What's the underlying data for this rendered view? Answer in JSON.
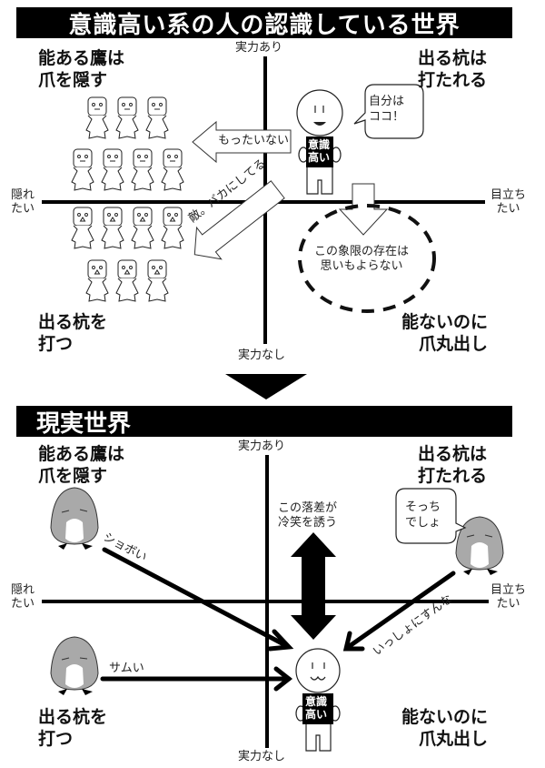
{
  "top": {
    "title": "意識高い系の人の認識している世界",
    "axes": {
      "up": "実力あり",
      "down": "実力なし",
      "left": [
        "隠れ",
        "たい"
      ],
      "right": [
        "目立ち",
        "たい"
      ]
    },
    "quadrants": {
      "top_left": [
        "能ある鷹は",
        "爪を隠す"
      ],
      "top_right": [
        "出る杭は",
        "打たれる"
      ],
      "bottom_left": [
        "出る杭を",
        "打つ"
      ],
      "bottom_right": [
        "能ないのに",
        "爪丸出し"
      ]
    },
    "speech_bubble": [
      "自分は",
      "ココ！"
    ],
    "sign": [
      "意識",
      "高い"
    ],
    "arrow_left_label": "もったいない",
    "arrow_diag_label": "敵。バカにしてる",
    "ellipse_note": [
      "この象限の存在は",
      "思いもよらない"
    ]
  },
  "bottom": {
    "title": "現実世界",
    "axes": {
      "up": "実力あり",
      "down": "実力なし",
      "left": [
        "隠れ",
        "たい"
      ],
      "right": [
        "目立ち",
        "たい"
      ]
    },
    "quadrants": {
      "top_left": [
        "能ある鷹は",
        "爪を隠す"
      ],
      "top_right": [
        "出る杭は",
        "打たれる"
      ],
      "bottom_left": [
        "出る杭を",
        "打つ"
      ],
      "bottom_right": [
        "能ないのに",
        "爪丸出し"
      ]
    },
    "speech_bubble": [
      "そっち",
      "でしょ"
    ],
    "sign": [
      "意識",
      "高い"
    ],
    "gap_note": [
      "この落差が",
      "冷笑を誘う"
    ],
    "arrow_labels": {
      "from_top_left": "ショボい",
      "from_bottom_left": "サムい",
      "from_top_right": "いっしょにすんな"
    }
  },
  "colors": {
    "ink": "#000000",
    "penguin_gray": "#a9a9a9",
    "background": "#ffffff"
  }
}
